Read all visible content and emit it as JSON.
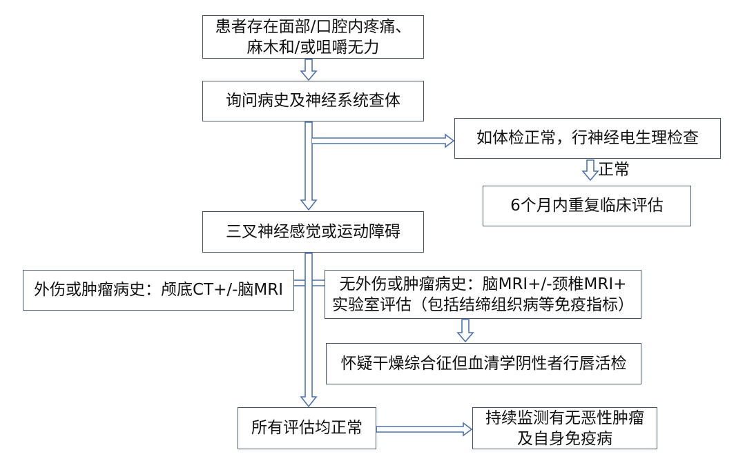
{
  "nodes": {
    "symptoms": {
      "lines": [
        "患者存在面部/口腔内疼痛、",
        "麻木和/或咀嚼无力"
      ]
    },
    "history": {
      "text": "询问病史及神经系统查体"
    },
    "electro": {
      "text": "如体检正常，行神经电生理检查"
    },
    "repeat": {
      "text": "6个月内重复临床评估"
    },
    "trigeminal": {
      "text": "三叉神经感觉或运动障碍"
    },
    "trauma": {
      "text": "外伤或肿瘤病史：颅底CT+/-脑MRI"
    },
    "no_trauma": {
      "lines": [
        "无外伤或肿瘤病史：脑MRI+/-颈椎MRI+",
        "实验室评估（包括结缔组织病等免疫指标）"
      ]
    },
    "biopsy": {
      "text": "怀疑干燥综合征但血清学阴性者行唇活检"
    },
    "all_normal": {
      "text": "所有评估均正常"
    },
    "monitor": {
      "lines": [
        "持续监测有无恶性肿瘤",
        "及自身免疫病"
      ]
    }
  },
  "edge_labels": {
    "normal": "正常"
  },
  "colors": {
    "border": "#44546a",
    "arrow": "#4a72b0"
  }
}
